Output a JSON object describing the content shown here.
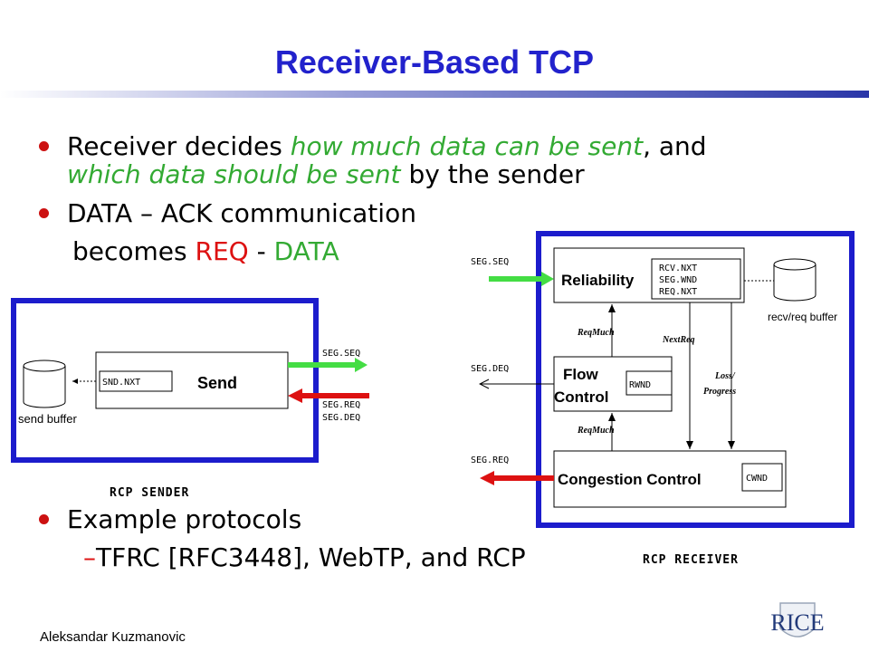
{
  "title": "Receiver-Based TCP",
  "bullets": {
    "b1_pre": "Receiver decides ",
    "b1_em1": "how much data can be sent",
    "b1_mid": ", and",
    "b1_em2": "which data should be sent",
    "b1_post": " by the sender",
    "b2": "DATA – ACK communication",
    "b2b_pre": "becomes ",
    "b2b_req": "REQ",
    "b2b_mid": " - ",
    "b2b_data": "DATA",
    "b3": "Example protocols",
    "sub_dash": "–",
    "sub1": "TFRC [RFC3448], WebTP, and RCP"
  },
  "sender": {
    "send_buffer": "send buffer",
    "snd_nxt": "SND.NXT",
    "send": "Send",
    "seg_seq": "SEG.SEQ",
    "seg_req": "SEG.REQ",
    "seg_deq": "SEG.DEQ",
    "caption": "RCP SENDER"
  },
  "receiver": {
    "seg_seq": "SEG.SEQ",
    "seg_deq": "SEG.DEQ",
    "seg_req": "SEG.REQ",
    "reliability": "Reliability",
    "rcv_nxt": "RCV.NXT",
    "seg_wnd": "SEG.WND",
    "req_nxt": "REQ.NXT",
    "buffer": "recv/req buffer",
    "reqmuch1": "ReqMuch",
    "reqmuch2": "ReqMuch",
    "nextreq": "NextReq",
    "loss": "Loss/",
    "progress": "Progress",
    "flow1": "Flow",
    "flow2": "Control",
    "rwnd": "RWND",
    "cc": "Congestion Control",
    "cwnd": "CWND",
    "caption": "RCP RECEIVER"
  },
  "footer": {
    "author": "Aleksandar Kuzmanovic",
    "logo": "RICE"
  },
  "colors": {
    "title": "#2222cc",
    "frame": "#1c1ccc",
    "green_arrow": "#44dd44",
    "red_arrow": "#dd1111"
  }
}
